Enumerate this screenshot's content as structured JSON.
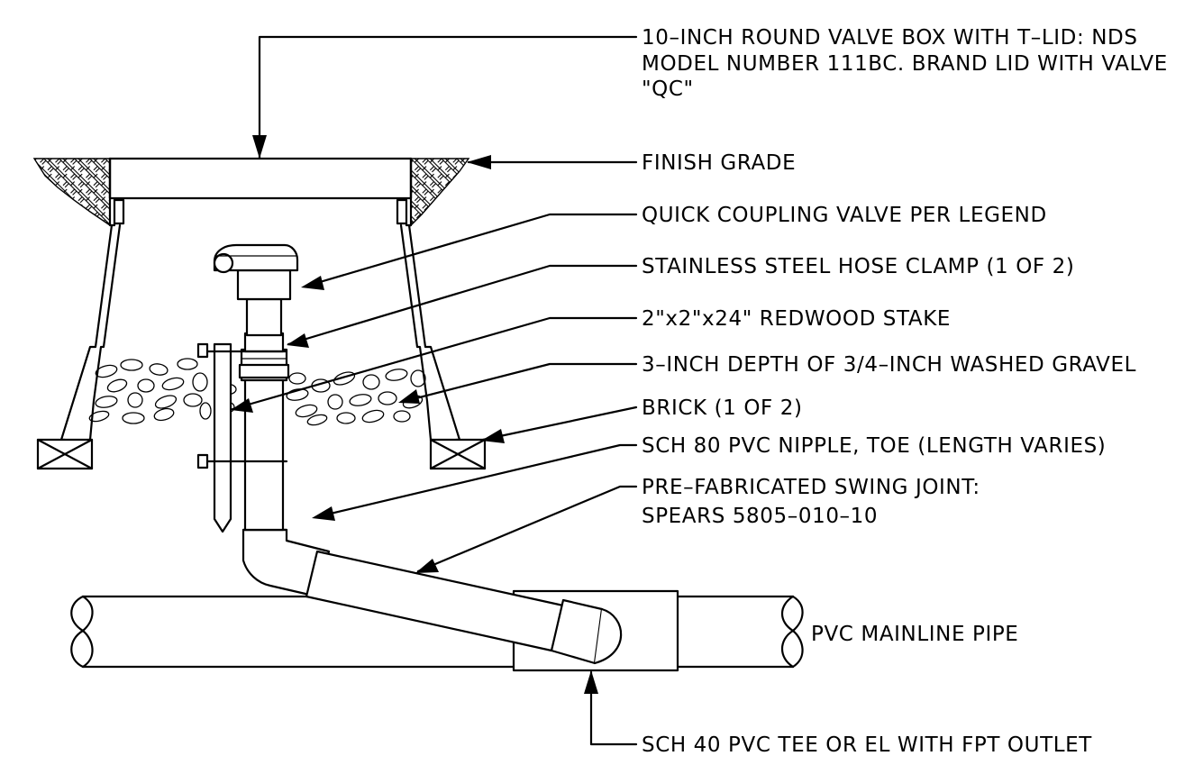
{
  "labels": {
    "valve_box_line1": "10–INCH ROUND VALVE BOX WITH T–LID:  NDS",
    "valve_box_line2": "MODEL NUMBER 111BC.   BRAND LID WITH VALVE",
    "valve_box_line3": "\"QC\"",
    "finish_grade": "FINISH GRADE",
    "quick_coupling": "QUICK COUPLING VALVE PER LEGEND",
    "hose_clamp": "STAINLESS STEEL HOSE CLAMP (1 OF 2)",
    "redwood_stake": "2\"x2\"x24\" REDWOOD STAKE",
    "gravel": "3–INCH DEPTH OF 3/4–INCH WASHED GRAVEL",
    "brick": "BRICK (1 OF 2)",
    "nipple": "SCH 80 PVC NIPPLE, TOE   (LENGTH VARIES)",
    "swing_joint_line1": "PRE–FABRICATED SWING JOINT:",
    "swing_joint_line2": "SPEARS 5805–010–10",
    "mainline": "PVC MAINLINE PIPE",
    "tee": "SCH 40 PVC TEE OR EL WITH   FPT OUTLET"
  }
}
